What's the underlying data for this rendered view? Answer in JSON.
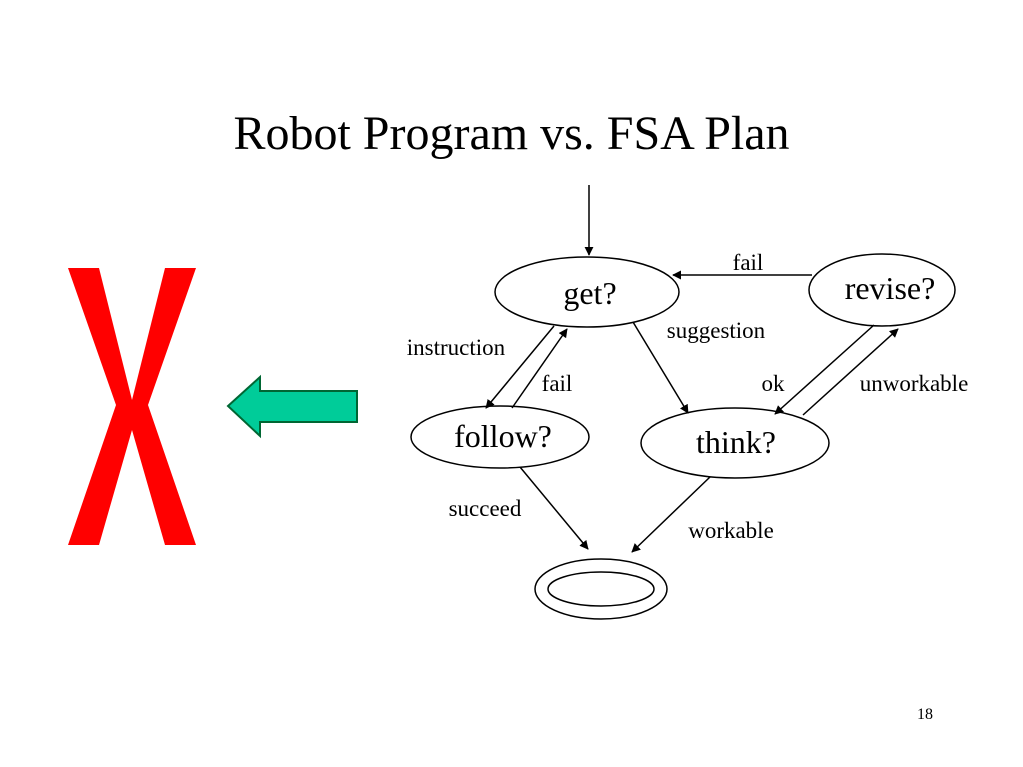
{
  "slide": {
    "title": "Robot Program vs. FSA Plan",
    "page_number": "18",
    "cross_mark": "X"
  },
  "colors": {
    "cross": "#ff0000",
    "arrow_fill": "#00cc99",
    "arrow_stroke": "#006633",
    "ink": "#000000"
  },
  "diagram": {
    "states": {
      "get": "get?",
      "revise": "revise?",
      "follow": "follow?",
      "think": "think?",
      "final": ""
    },
    "edges": {
      "revise_to_get": "fail",
      "get_to_follow": "instruction",
      "follow_to_get": "fail",
      "get_to_think": "suggestion",
      "revise_to_think": "ok",
      "think_to_revise": "unworkable",
      "follow_to_final": "succeed",
      "think_to_final": "workable"
    }
  }
}
